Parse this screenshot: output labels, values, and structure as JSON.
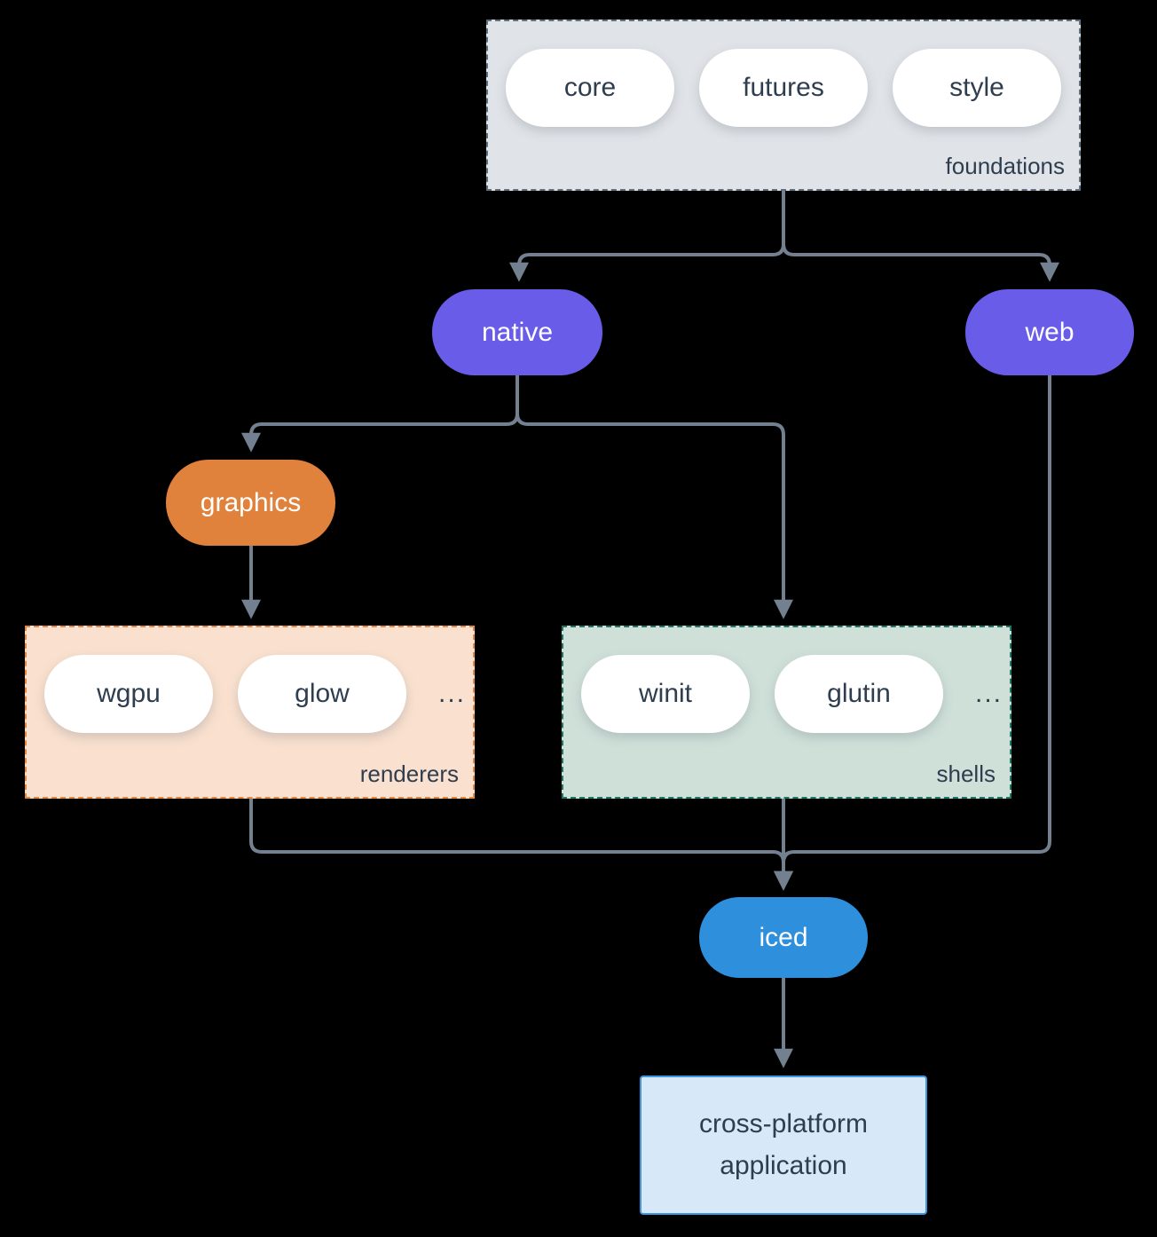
{
  "colors": {
    "background": "#000000",
    "connector": "#72808f",
    "purple_node": "#695ce9",
    "orange_node": "#e0813c",
    "blue_node": "#2e8fdc",
    "foundations_fill": "#e0e4e8",
    "foundations_border": "#5f7080",
    "renderers_fill": "#fae1cf",
    "renderers_border": "#e8883f",
    "shells_fill": "#cfe0d9",
    "shells_border": "#1d7868",
    "app_fill": "#d7e8f8",
    "app_border": "#3e96de",
    "pill_fill": "#ffffff",
    "dark_text": "#2e3d4f",
    "light_text": "#ffffff"
  },
  "groups": {
    "foundations": {
      "label": "foundations",
      "pills": [
        "core",
        "futures",
        "style"
      ]
    },
    "renderers": {
      "label": "renderers",
      "pills": [
        "wgpu",
        "glow"
      ],
      "ellipsis": "..."
    },
    "shells": {
      "label": "shells",
      "pills": [
        "winit",
        "glutin"
      ],
      "ellipsis": "..."
    }
  },
  "nodes": {
    "native": "native",
    "web": "web",
    "graphics": "graphics",
    "iced": "iced",
    "application": "cross-platform application"
  }
}
